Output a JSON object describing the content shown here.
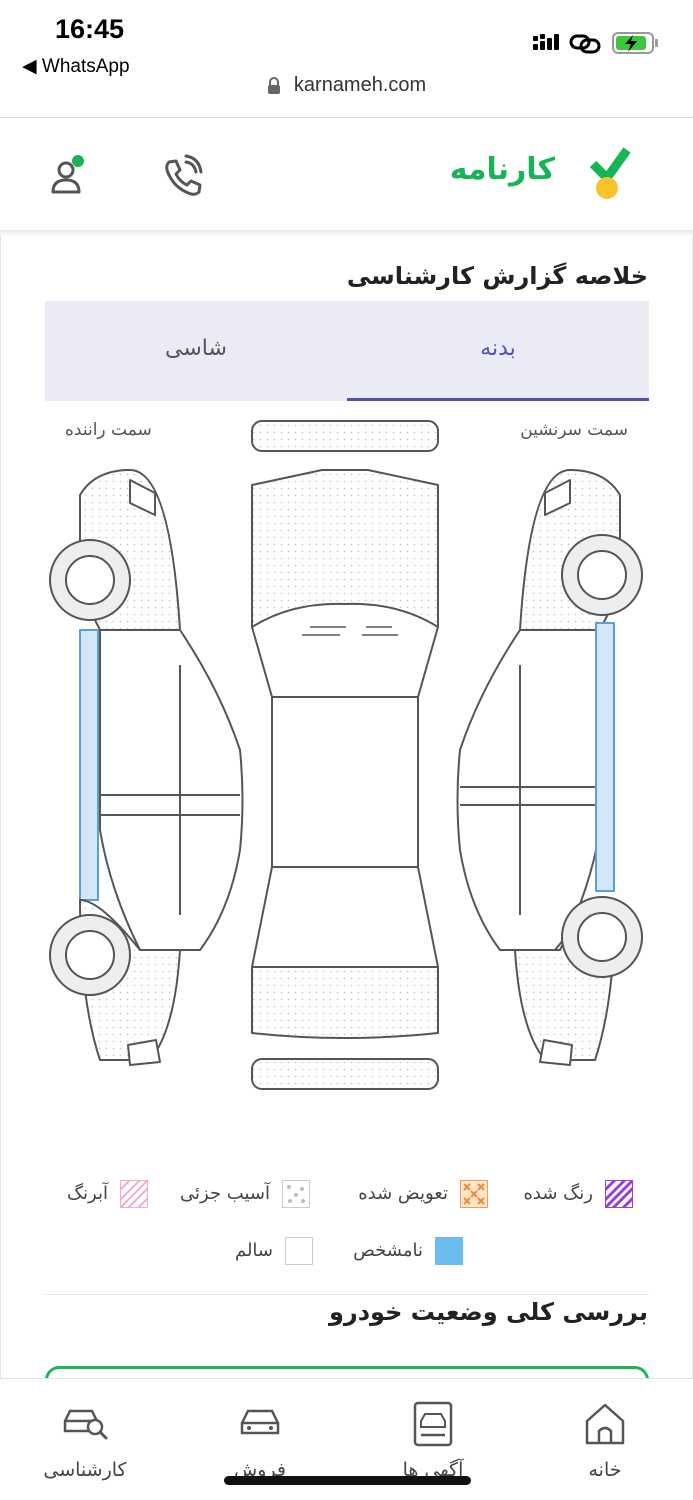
{
  "status_bar": {
    "time": "16:45",
    "back_app": "◀ WhatsApp",
    "url": "karnameh.com"
  },
  "header": {
    "logo_text": "کارنامه",
    "brand_color": "#16b454",
    "icons": [
      "profile-icon",
      "phone-call-icon"
    ]
  },
  "report": {
    "title": "خلاصه گزارش کارشناسی",
    "tabs": [
      {
        "label": "بدنه",
        "active": true
      },
      {
        "label": "شاسی",
        "active": false
      }
    ],
    "driver_side": "سمت راننده",
    "passenger_side": "سمت سرنشین",
    "accent_color": "#5a4fb0"
  },
  "legend": {
    "painted": "رنگ شده",
    "replaced": "تعویض شده",
    "minor_damage": "آسیب جزئی",
    "abrang": "آبرنگ",
    "unknown": "نامشخص",
    "healthy": "سالم",
    "colors": {
      "painted": "#9b3fd1",
      "replaced": "#f08a2c",
      "abrang": "#f3a9d1",
      "unknown": "#6bbdf0"
    }
  },
  "overview": {
    "title": "بررسی کلی وضعیت خودرو"
  },
  "bottom_nav": {
    "items": [
      {
        "label": "کارشناسی",
        "icon": "car-search-icon"
      },
      {
        "label": "فروش",
        "icon": "car-front-icon"
      },
      {
        "label": "آگهی ها",
        "icon": "car-listing-icon"
      },
      {
        "label": "خانه",
        "icon": "home-icon"
      }
    ]
  }
}
